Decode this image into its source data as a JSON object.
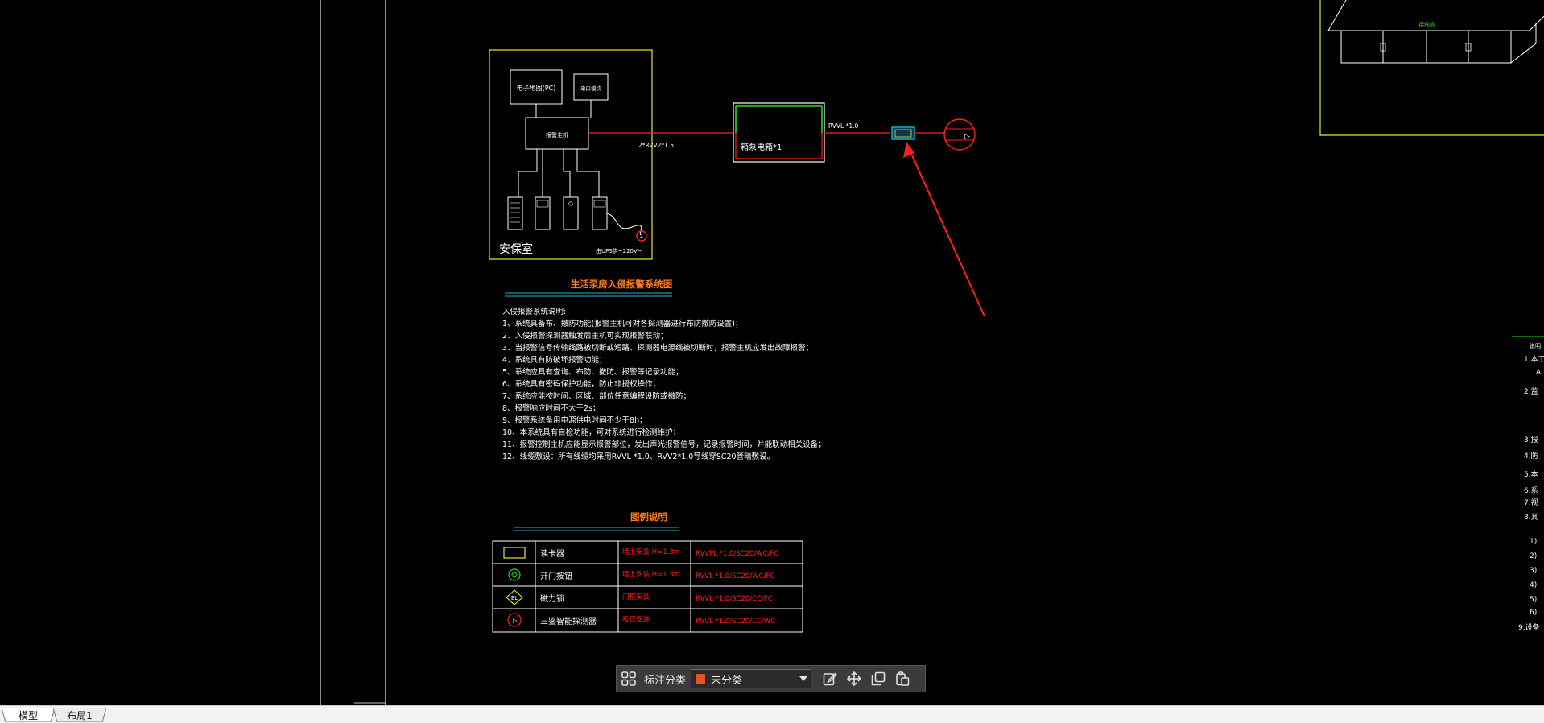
{
  "drawing": {
    "room_label": "安保室",
    "pc_box": "电子地图(PC)",
    "print_box": "串口模块",
    "host_box": "报警主机",
    "ups_note": "由UPS供~220V~",
    "cable_main": "2*RVV2*1.5",
    "panel_label": "箱泵电箱*1",
    "cable_right": "RVVL *1.0",
    "system_title": "生活泵房入侵报警系统图",
    "legend_title": "图例说明",
    "notes": [
      "入侵报警系统说明:",
      "1、系统具备布、撤防功能(报警主机可对各探测器进行布防撤防设置)；",
      "2、入侵报警探测器触发后主机可实现报警联动；",
      "3、当报警信号传输线路被切断或短路、探测器电源线被切断时，报警主机应发出故障报警；",
      "4、系统具有防破坏报警功能；",
      "5、系统应具有查询、布防、撤防、报警等记录功能；",
      "6、系统具有密码保护功能，防止非授权操作；",
      "7、系统应能按时间、区域、部位任意编程设防或撤防；",
      "8、报警响应时间不大于2s；",
      "9、报警系统备用电源供电时间不少于8h；",
      "10、本系统具有自检功能，可对系统进行检测维护；",
      "11、报警控制主机应能显示报警部位，发出声光报警信号，记录报警时间，并能联动相关设备；",
      "12、线缆敷设：所有线缆均采用RVVL *1.0、RVV2*1.0导线穿SC20管暗敷设。"
    ],
    "legend_rows": [
      {
        "name": "读卡器",
        "install": "墙上安装 H=1.3m",
        "cable": "RVVPL *1.0/SC20/WC/FC"
      },
      {
        "name": "开门按钮",
        "install": "墙上安装 H=1.3m",
        "cable": "RVVL *1.0/SC20/WC/FC"
      },
      {
        "name": "磁力锁",
        "install": "门框安装",
        "cable": "RVVL *1.0/SC20/CC/FC"
      },
      {
        "name": "三鉴智能探测器",
        "install": "吸顶安装",
        "cable": "RVVL *1.0/SC20/CC/WC"
      }
    ],
    "right_title": "说明:",
    "right_items": [
      "1.本工",
      "2.监",
      "3.报",
      "4.防",
      "5.本",
      "6.系",
      "7.视",
      "8.其",
      "9.设备"
    ],
    "fragment_label": "接线盒"
  },
  "toolbar": {
    "label": "标注分类",
    "selected": "未分类",
    "swatch_color": "#e8541e"
  },
  "tabs": [
    {
      "label": "模型",
      "active": true
    },
    {
      "label": "布局1",
      "active": false
    }
  ],
  "colors": {
    "yellow": "#e6e62c",
    "red": "#ff1f1f",
    "green": "#22d622",
    "cyan": "#19b4d6",
    "orange": "#ff7a1a",
    "white": "#ffffff"
  }
}
